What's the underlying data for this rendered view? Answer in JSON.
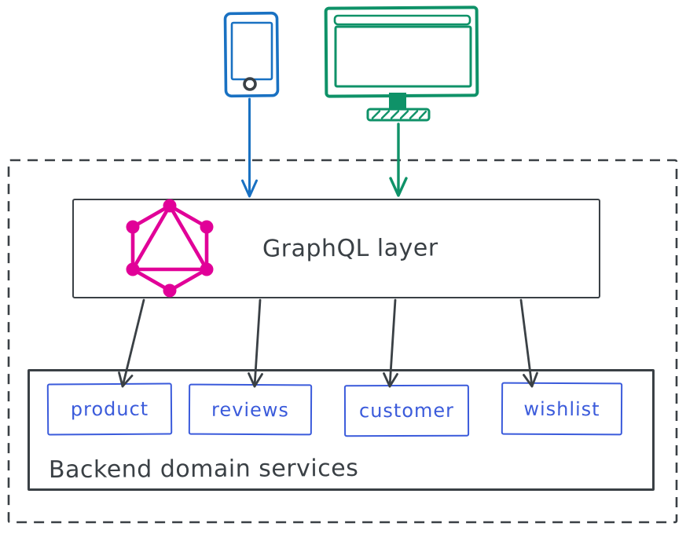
{
  "clients": {
    "mobile": {
      "icon": "mobile-device-icon",
      "color": "#1971c2"
    },
    "desktop": {
      "icon": "desktop-monitor-icon",
      "color": "#0f9268"
    }
  },
  "graphql_layer": {
    "label": "GraphQL layer",
    "logo_icon": "graphql-logo-icon",
    "logo_color": "#e10098"
  },
  "backend": {
    "label": "Backend domain services",
    "accent_color": "#3b5bdb",
    "services": [
      {
        "label": "product"
      },
      {
        "label": "reviews"
      },
      {
        "label": "customer"
      },
      {
        "label": "wishlist"
      }
    ]
  },
  "style": {
    "stroke_color": "#3a4045"
  }
}
